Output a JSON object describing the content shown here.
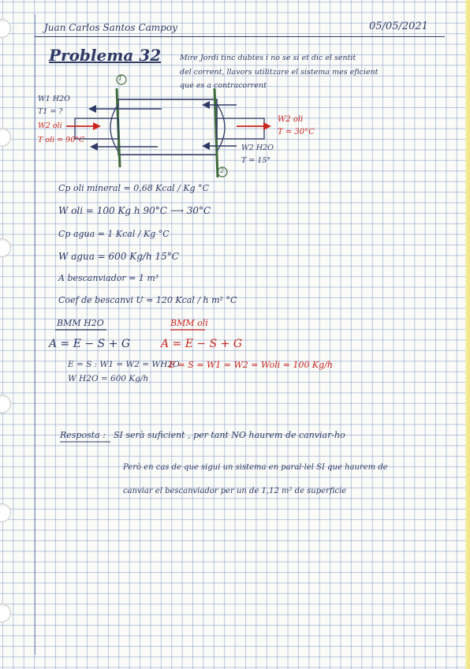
{
  "header": {
    "name": "Juan Carlos Santos Campoy",
    "date": "05/05/2021"
  },
  "problem": {
    "title": "Problema 32",
    "statement_line1": "Mire Jordi tinc dubtes i no se si et dic el sentit",
    "statement_line2": "del corrent, llavors utilitzare el sistema mes eficient",
    "statement_line3": "que es a contracorrent"
  },
  "diagram": {
    "label_1": "1",
    "label_2": "2",
    "w1_h2o": "W1 H2O",
    "t1": "T1 = ?",
    "w2_oli": "W2 oli",
    "t_oli_left": "T oli = 90°C",
    "w_oli_right": "W2 oli",
    "t_oli_right": "T = 30°C",
    "w_h2o_right": "W2 H2O",
    "t_h2o_right": "T = 15°"
  },
  "data_lines": {
    "cp_oli": "Cp oli mineral = 0,68 Kcal / Kg °C",
    "w_oli": "W oli = 100 Kg h     90°C ⟶ 30°C",
    "cp_agua": "Cp agua = 1 Kcal / Kg °C",
    "w_agua": "W agua = 600 Kg/h       15°C",
    "a_bescanvi": "A bescanviador = 1 m³",
    "coef": "Coef de bescanvi U = 120 Kcal / h m² °C"
  },
  "balances": {
    "bmm_h2o_title": "BMM H2O",
    "bmm_h2o_eq": "A = E − S + G",
    "bmm_h2o_res1": "E = S : W1 = W2 = WH2O",
    "bmm_h2o_res2": "W H2O = 600 Kg/h",
    "bmm_oli_title": "BMM oli",
    "bmm_oli_eq": "A = E − S + G",
    "bmm_oli_res": "E = S = W1 = W2 = Woli = 100 Kg/h"
  },
  "answer": {
    "line1_label": "Resposta :",
    "line1_text": "SI serà suficient , per tant NO haurem de canviar-ho",
    "line2": "Però en cas de que sigui un sistema en paral·lel SI que haurem de",
    "line3": "canviar el bescanviador per un de 1,12 m² de superficie"
  },
  "colors": {
    "ink_blue": "#2f3a66",
    "ink_red": "#c8261e",
    "ink_green": "#3f6b3a",
    "grid": "#5f7db9"
  }
}
